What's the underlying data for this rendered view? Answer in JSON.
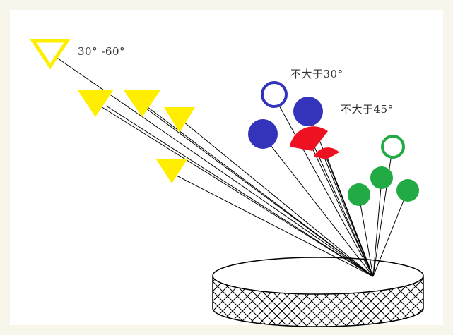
{
  "labels": {
    "angle_range": "30° -60°",
    "not_more_than_30": "不大于30°",
    "not_more_than_45": "不大于45°"
  },
  "colors": {
    "background": "#f8f6ea",
    "yellow_marker": "#ffee00",
    "blue_marker": "#3333bb",
    "red_marker": "#ee1122",
    "green_marker": "#22aa44",
    "line": "#000000"
  }
}
